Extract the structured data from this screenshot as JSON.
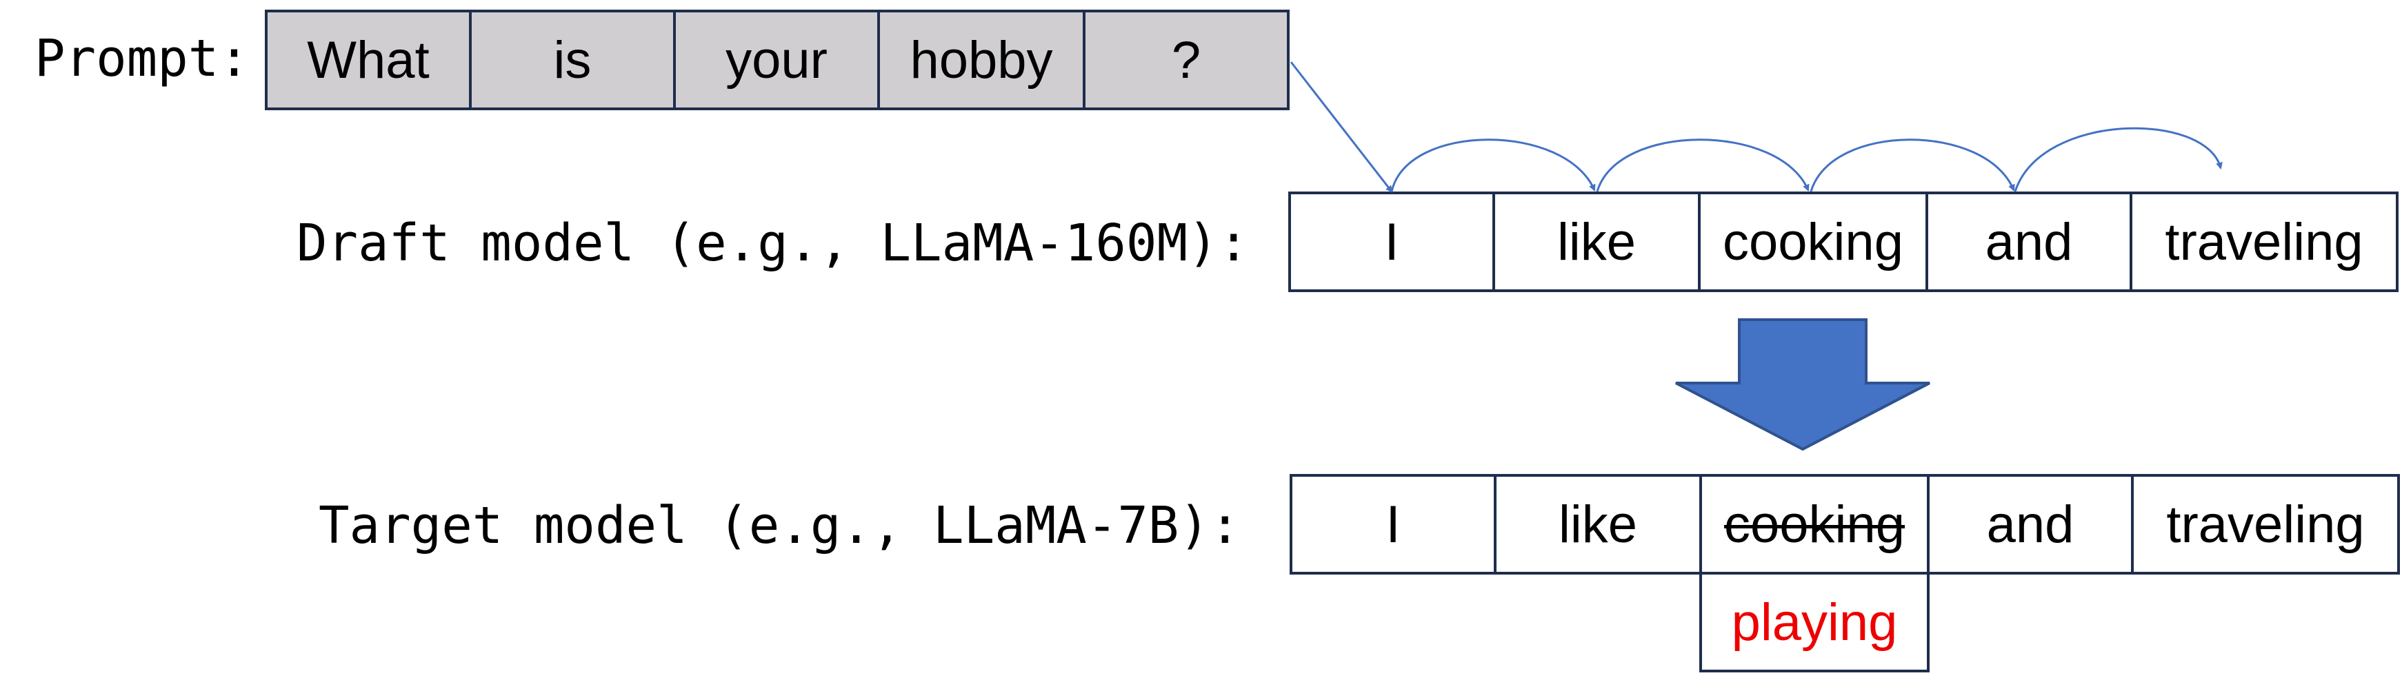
{
  "prompt": {
    "label": "Prompt:",
    "tokens": [
      "What",
      "is",
      "your",
      "hobby",
      "?"
    ]
  },
  "draft": {
    "label": "Draft model (e.g., LLaMA-160M):",
    "tokens": [
      "I",
      "like",
      "cooking",
      "and",
      "traveling"
    ]
  },
  "target": {
    "label": "Target model (e.g., LLaMA-7B):",
    "tokens": [
      "I",
      "like",
      "cooking",
      "and",
      "traveling"
    ],
    "rejected_token": "cooking",
    "correction": "playing"
  },
  "colors": {
    "prompt_fill": "#d0ced1",
    "border": "#1f2d4d",
    "arrow": "#4472c4",
    "correction_text": "#ee0000"
  }
}
